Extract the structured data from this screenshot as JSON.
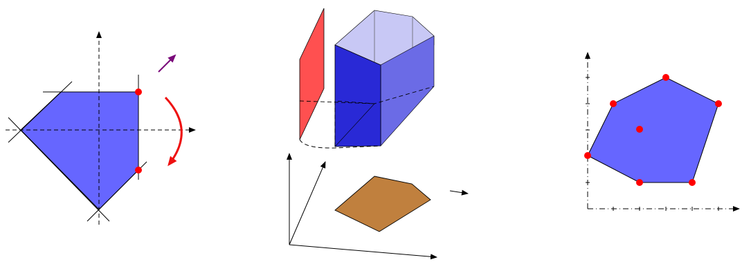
{
  "colors": {
    "blue_fill": "#6666ff",
    "blue_dark": "#2929d6",
    "blue_side": "#6b6be6",
    "blue_top": "#c8c8f5",
    "red_plane": "#ff5050",
    "red_point": "#ff0000",
    "red_arrow": "#ee1111",
    "purple_arrow": "#7a0a7a",
    "brown": "#c0803e",
    "line": "#000000"
  },
  "panels": [
    {
      "id": "left",
      "description_icon": "rotating-halfplane-polygon"
    },
    {
      "id": "middle",
      "description_icon": "prism-projection"
    },
    {
      "id": "right",
      "description_icon": "lattice-polygon"
    }
  ]
}
